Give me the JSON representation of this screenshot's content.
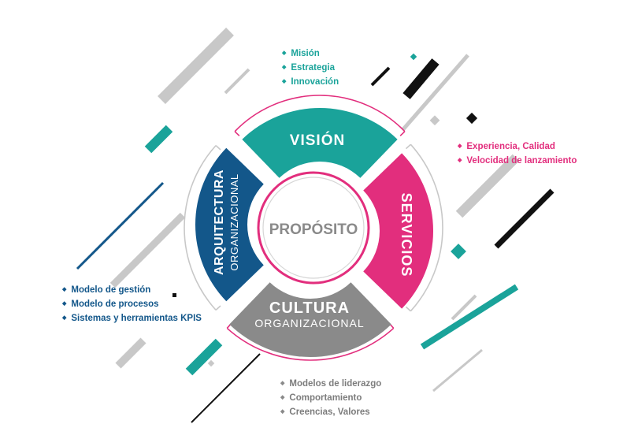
{
  "center": {
    "label": "PROPÓSITO"
  },
  "segments": {
    "vision": {
      "title": "VISIÓN",
      "color": "#1aa39a"
    },
    "servicios": {
      "title": "SERVICIOS",
      "color": "#e22e7d"
    },
    "cultura": {
      "title": "CULTURA",
      "subtitle": "ORGANIZACIONAL",
      "color": "#8a8a8a"
    },
    "arquitectura": {
      "title": "ARQUITECTURA",
      "subtitle": "ORGANIZACIONAL",
      "color": "#13578a"
    }
  },
  "lists": {
    "vision": [
      "Misión",
      "Estrategia",
      "Innovación"
    ],
    "servicios": [
      "Experiencia, Calidad",
      "Velocidad de lanzamiento"
    ],
    "arquitectura": [
      "Modelo de gestión",
      "Modelo de procesos",
      "Sistemas y herramientas KPIS"
    ],
    "cultura": [
      "Modelos de liderazgo",
      "Comportamiento",
      "Creencias, Valores"
    ]
  },
  "colors": {
    "teal": "#1aa39a",
    "magenta": "#e22e7d",
    "navy": "#13578a",
    "gray": "#8a8a8a",
    "light_gray": "#c8c8c8",
    "black": "#111111"
  }
}
